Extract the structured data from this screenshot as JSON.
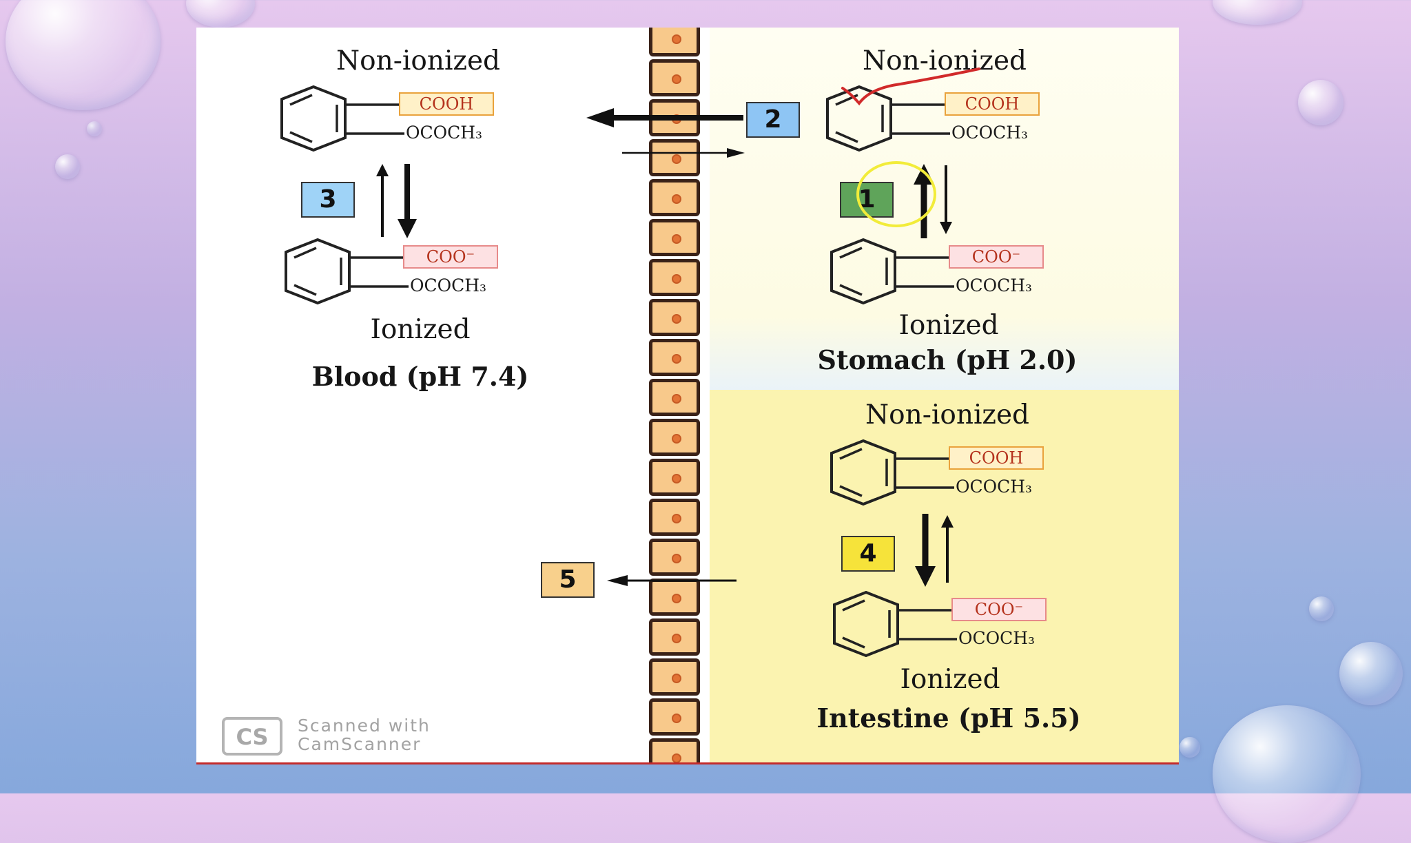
{
  "diagram": {
    "blood": {
      "top_label": "Non-ionized",
      "top_group": "COOH",
      "top_substituent": "OCOCH₃",
      "bottom_group": "COO⁻",
      "bottom_substituent": "OCOCH₃",
      "bottom_label": "Ionized",
      "compartment": "Blood (pH 7.4)"
    },
    "stomach": {
      "top_label": "Non-ionized",
      "top_group": "COOH",
      "top_substituent": "OCOCH₃",
      "bottom_group": "COO⁻",
      "bottom_substituent": "OCOCH₃",
      "bottom_label": "Ionized",
      "compartment": "Stomach (pH 2.0)"
    },
    "intestine": {
      "top_label": "Non-ionized",
      "top_group": "COOH",
      "top_substituent": "OCOCH₃",
      "bottom_group": "COO⁻",
      "bottom_substituent": "OCOCH₃",
      "bottom_label": "Ionized",
      "compartment": "Intestine (pH 5.5)"
    },
    "steps": {
      "step1": "1",
      "step2": "2",
      "step3": "3",
      "step4": "4",
      "step5": "5"
    },
    "colors": {
      "step1": "#5fa45a",
      "step2": "#8ec5f4",
      "step3": "#9fd3f7",
      "step4": "#f6e33a",
      "step5": "#f8d08c",
      "membrane_cell": "#f8c98b",
      "annotation_red": "#d12a2a",
      "annotation_yellow": "#f2ec3a"
    }
  },
  "footer": {
    "badge": "CS",
    "line1": "Scanned with",
    "line2": "CamScanner"
  }
}
